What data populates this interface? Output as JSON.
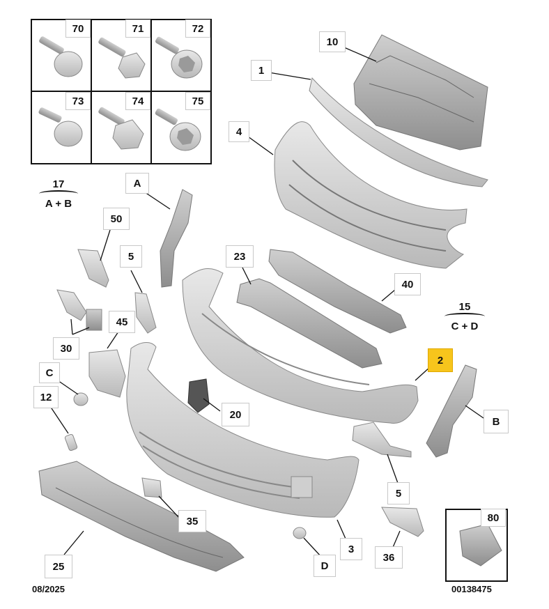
{
  "diagram": {
    "labels": {
      "l70": "70",
      "l71": "71",
      "l72": "72",
      "l73": "73",
      "l74": "74",
      "l75": "75",
      "l10": "10",
      "l1": "1",
      "l4": "4",
      "lA": "A",
      "l50": "50",
      "l5a": "5",
      "l23": "23",
      "l40": "40",
      "l30": "30",
      "l45": "45",
      "lC": "C",
      "l12": "12",
      "l2": "2",
      "lB": "B",
      "l20": "20",
      "l5b": "5",
      "l35": "35",
      "l25": "25",
      "l3": "3",
      "lD": "D",
      "l36": "36",
      "l80": "80"
    },
    "group_17": {
      "number": "17",
      "members": "A + B"
    },
    "group_15": {
      "number": "15",
      "members": "C + D"
    },
    "date_code": "08/2025",
    "ref_code": "00138475",
    "highlight_color": "#f7c51c"
  }
}
